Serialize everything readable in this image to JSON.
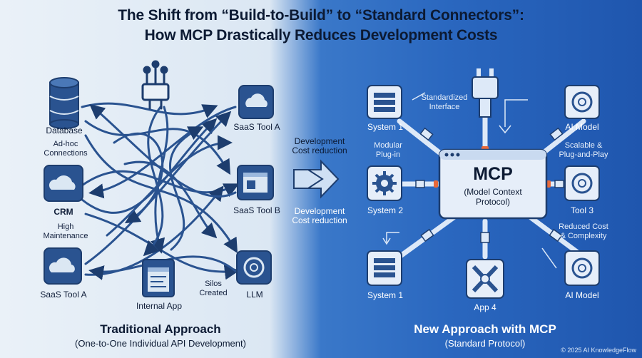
{
  "title": {
    "line1": "The Shift from “Build-to-Build” to “Standard Connectors”:",
    "line2": "How MCP Drastically Reduces Development Costs"
  },
  "left": {
    "nodes": {
      "database": "Database",
      "saas_tool_a_top": "SaaS Tool A",
      "crm": "CRM",
      "saas_tool_b": "SaaS Tool B",
      "saas_tool_a_bottom": "SaaS Tool A",
      "internal_app": "Internal App",
      "llm": "LLM"
    },
    "notes": {
      "adhoc": "Ad-hoc\nConnections",
      "maintenance": "High\nMaintenance",
      "silos": "Silos\nCreated"
    },
    "caption": {
      "heading": "Traditional Approach",
      "sub": "(One-to-One Individual API Development)"
    }
  },
  "middle": {
    "top_label": "Development\nCost reduction",
    "bottom_label": "Development\nCost reduction"
  },
  "right": {
    "hub": {
      "title": "MCP",
      "subtitle": "(Model Context\nProtocol)"
    },
    "nodes": {
      "system1_top": "System 1",
      "ai_model_top": "AI Model",
      "system2": "System 2",
      "tool3": "Tool 3",
      "system1_bottom": "System 1",
      "app4": "App 4",
      "ai_model_bottom": "AI Model"
    },
    "notes": {
      "standardized": "Standardized\nInterface",
      "modular": "Modular\nPlug-in",
      "scalable": "Scalable &\nPlug-and-Play",
      "reduced": "Reduced Cost\n& Complexity"
    },
    "caption": {
      "heading": "New Approach with MCP",
      "sub": "(Standard Protocol)"
    }
  },
  "footer": {
    "copyright": "© 2025 AI KnowledgeFlow"
  },
  "colors": {
    "navy": "#1d3d6e",
    "accent_orange": "#e8693a",
    "right_bg": "#2a67bf"
  }
}
